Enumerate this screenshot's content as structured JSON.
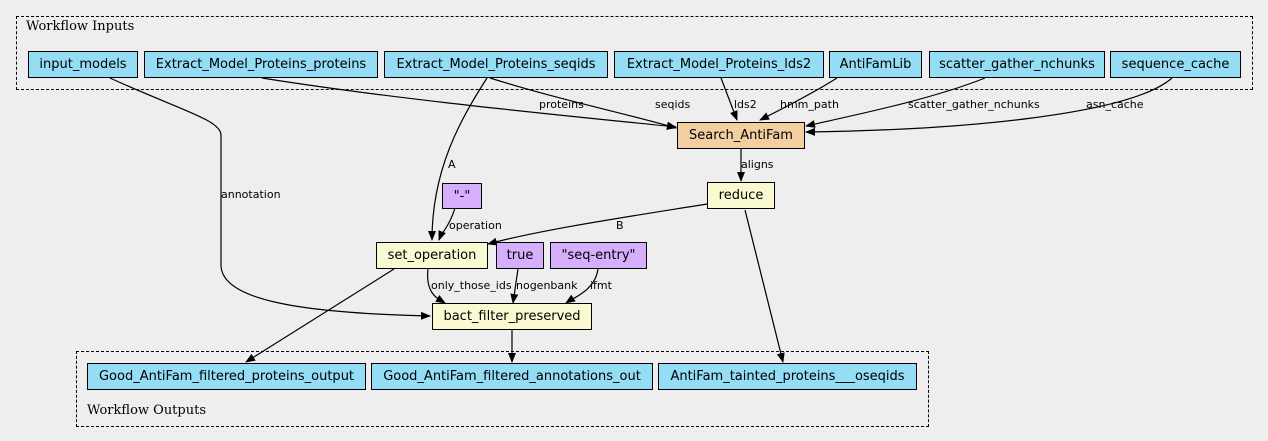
{
  "colors": {
    "io_node": "#94ddf4",
    "tool_node": "#f3cea1",
    "step_node": "#fafad2",
    "constant_node": "#d5aefc",
    "background": "#eeeeee"
  },
  "clusters": {
    "inputs": "Workflow Inputs",
    "outputs": "Workflow Outputs"
  },
  "nodes": {
    "input_models": "input_models",
    "emp_proteins": "Extract_Model_Proteins_proteins",
    "emp_seqids": "Extract_Model_Proteins_seqids",
    "emp_lds2": "Extract_Model_Proteins_lds2",
    "antifamlib": "AntiFamLib",
    "scatter_gather_nchunks": "scatter_gather_nchunks",
    "sequence_cache": "sequence_cache",
    "search_antifam": "Search_AntiFam",
    "reduce": "reduce",
    "const_dash": "\"-\"",
    "set_operation": "set_operation",
    "const_true": "true",
    "const_seq_entry": "\"seq-entry\"",
    "bact_filter_preserved": "bact_filter_preserved",
    "out_good_proteins": "Good_AntiFam_filtered_proteins_output",
    "out_good_annotations": "Good_AntiFam_filtered_annotations_out",
    "out_tainted": "AntiFam_tainted_proteins___oseqids"
  },
  "edge_labels": {
    "proteins": "proteins",
    "seqids": "seqids",
    "lds2": "lds2",
    "hmm_path": "hmm_path",
    "scatter_gather_nchunks": "scatter_gather_nchunks",
    "asn_cache": "asn_cache",
    "aligns": "aligns",
    "annotation": "annotation",
    "A": "A",
    "B": "B",
    "operation": "operation",
    "only_those_ids": "only_those_ids",
    "nogenbank": "nogenbank",
    "ifmt": "ifmt"
  }
}
